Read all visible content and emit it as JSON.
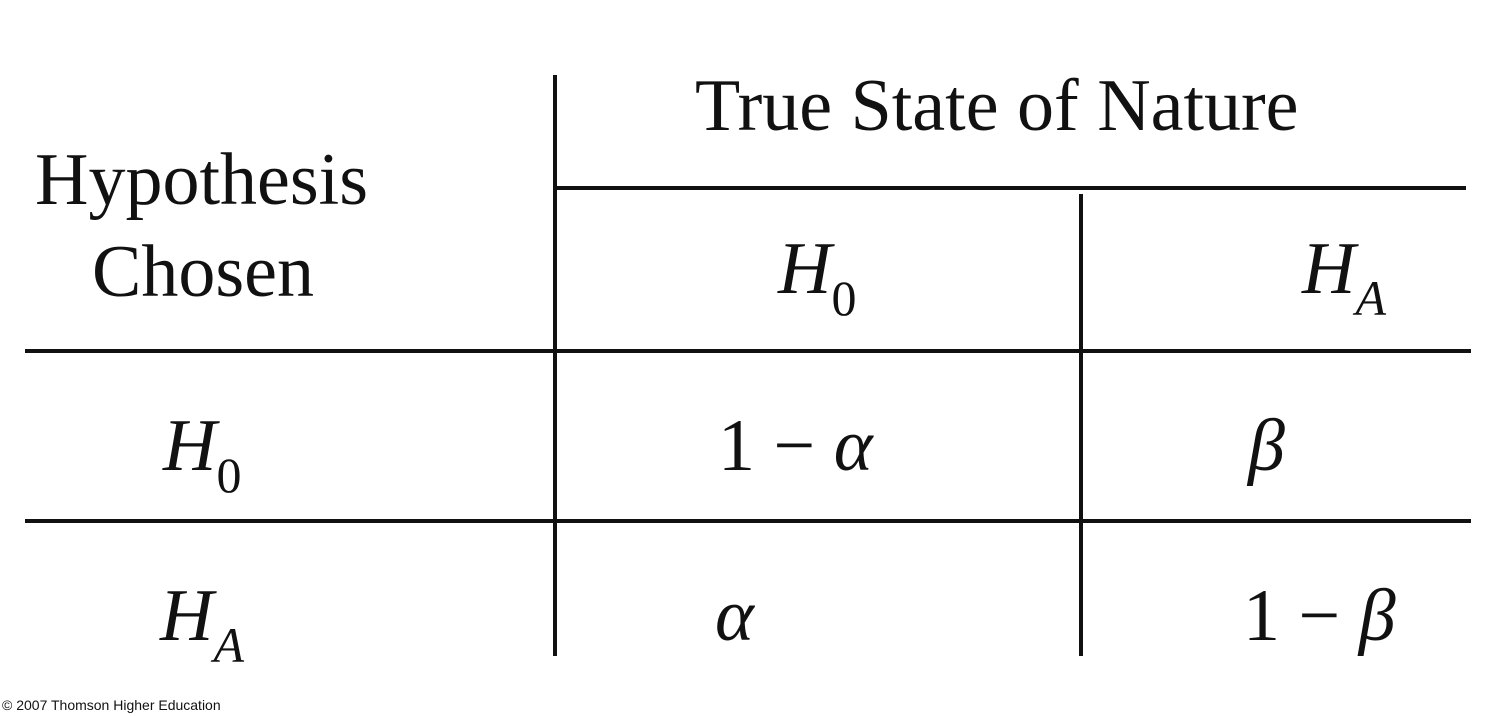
{
  "header": {
    "column_group": "True State of Nature",
    "row_label_line1": "Hypothesis",
    "row_label_line2": "Chosen",
    "columns": [
      {
        "symbol": "H",
        "subscript": "0"
      },
      {
        "symbol": "H",
        "subscript": "A"
      }
    ]
  },
  "rows": [
    {
      "symbol": "H",
      "subscript": "0",
      "cells": [
        {
          "prefix": "1 − ",
          "greek": "α"
        },
        {
          "prefix": "",
          "greek": "β"
        }
      ]
    },
    {
      "symbol": "H",
      "subscript": "A",
      "cells": [
        {
          "prefix": "",
          "greek": "α"
        },
        {
          "prefix": "1 − ",
          "greek": "β"
        }
      ]
    }
  ],
  "footer": {
    "copyright": "© 2007 Thomson Higher Education"
  }
}
